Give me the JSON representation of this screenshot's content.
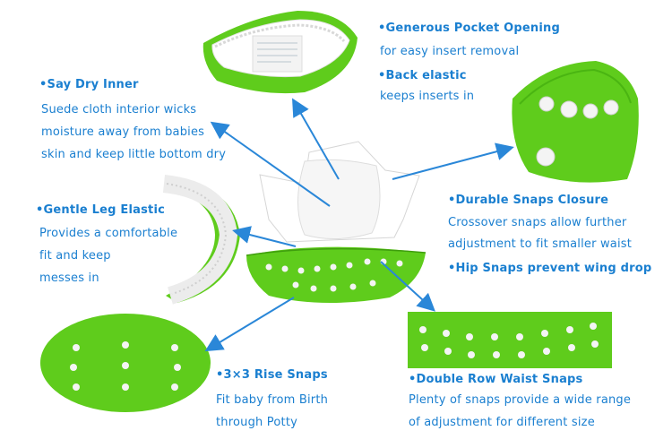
{
  "colors": {
    "text": "#1a7fd0",
    "arrow": "#2a87d8",
    "green": "#5fcc1c",
    "green_dark": "#3f9e0e",
    "snap": "#f4f4f4"
  },
  "callouts": {
    "pocket": {
      "bullet": "•",
      "title": "Generous Pocket Opening",
      "desc": "for easy insert removal"
    },
    "back": {
      "bullet": "•",
      "title": "Back elastic",
      "desc": "keeps inserts in"
    },
    "dry": {
      "bullet": "•",
      "title": "Say Dry Inner",
      "lines": [
        "Suede cloth interior wicks",
        "moisture away from babies",
        "skin and keep little bottom dry"
      ]
    },
    "leg": {
      "bullet": "•",
      "title": "Gentle Leg Elastic",
      "lines": [
        "Provides a comfortable",
        "fit and keep",
        "messes in"
      ]
    },
    "snaps": {
      "bullet": "•",
      "title": "Durable Snaps Closure",
      "lines": [
        "Crossover snaps allow further",
        "adjustment to fit smaller waist"
      ]
    },
    "hip": {
      "bullet": "•",
      "title": "Hip Snaps prevent wing drop"
    },
    "rise": {
      "bullet": "•",
      "title": "3×3 Rise Snaps",
      "lines": [
        "Fit baby from Birth",
        "through Potty"
      ]
    },
    "waist": {
      "bullet": "•",
      "title": "Double Row Waist Snaps",
      "lines": [
        "Plenty of snaps provide a wide range",
        "of adjustment for different size"
      ]
    }
  },
  "images": {
    "pocket": "pocket-opening-photo",
    "tab": "snap-tab-photo",
    "leg": "leg-elastic-photo",
    "diaper": "diaper-photo",
    "rise": "rise-snaps-photo",
    "waist": "waist-snaps-photo"
  }
}
